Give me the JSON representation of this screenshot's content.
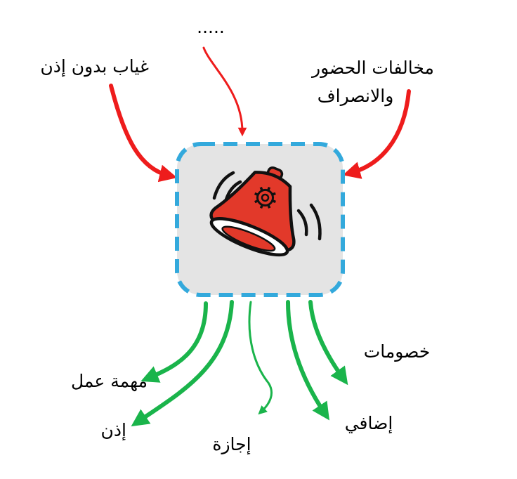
{
  "inputs": {
    "absence": "غياب بدون إذن",
    "other": ".....",
    "violations_line1": "مخالفات الحضور",
    "violations_line2": "والانصراف"
  },
  "outputs": {
    "work_task": "مهمة عمل",
    "permission": "إذن",
    "leave": "إجازة",
    "extra": "إضافي",
    "deductions": "خصومات"
  },
  "center": {
    "icon": "alarm-bell-gear-icon"
  },
  "colors": {
    "input_arrow": "#ee1c1c",
    "output_arrow": "#1ab44b",
    "box_fill": "#e4e4e4",
    "box_border": "#33a9dc",
    "bell_fill": "#e2392a"
  }
}
